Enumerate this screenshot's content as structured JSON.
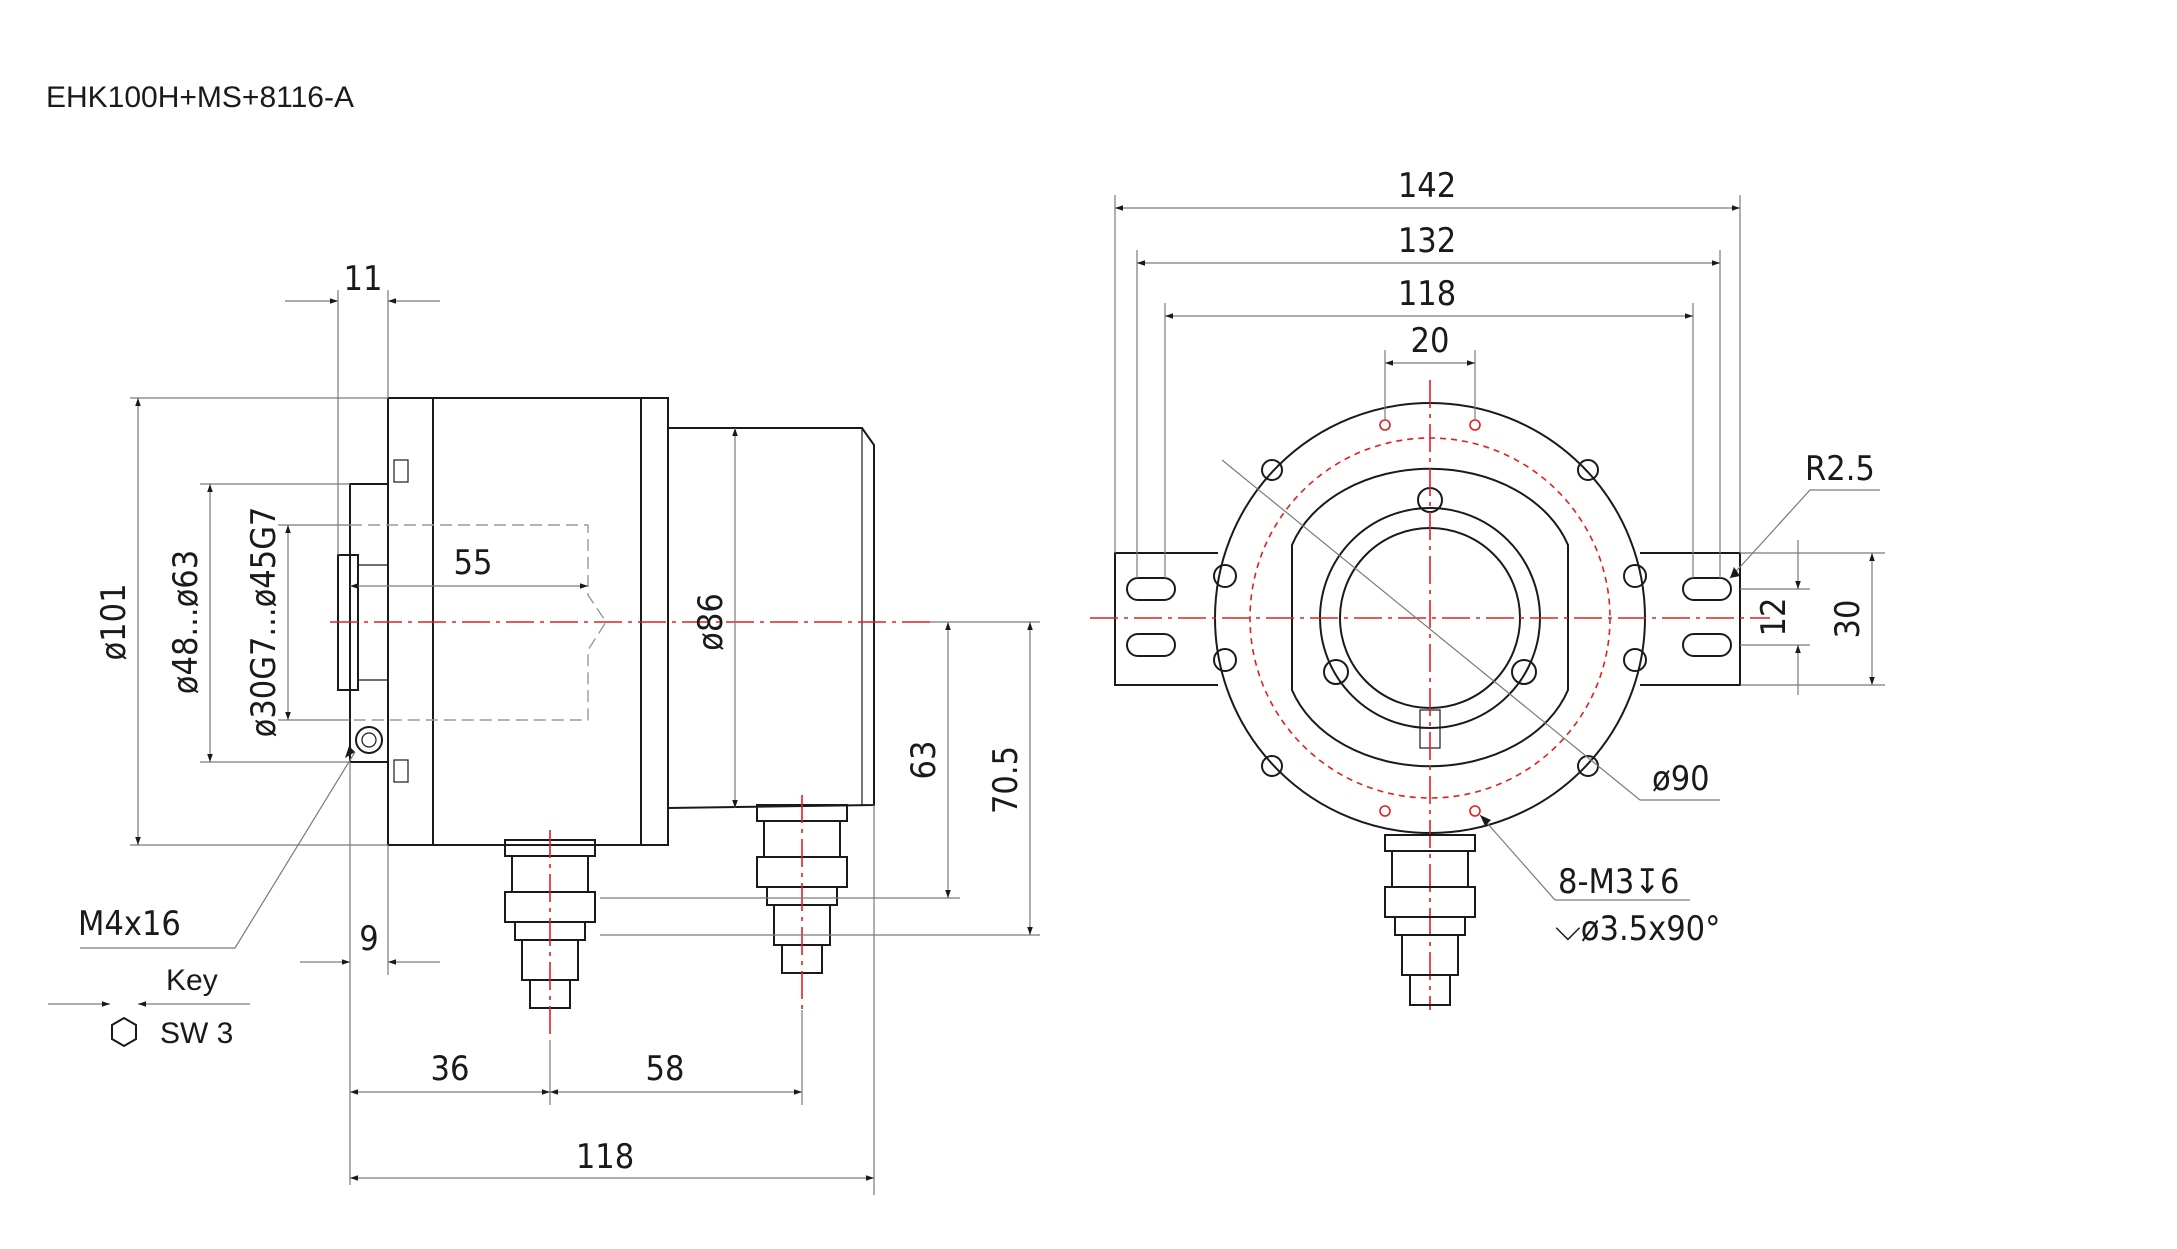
{
  "title": "EHK100H+MS+8116-A",
  "side_view": {
    "dims": {
      "d11": "11",
      "d101": "ø101",
      "d48_63": "ø48...ø63",
      "d30_45": "ø30G7...ø45G7",
      "d55": "55",
      "d86": "ø86",
      "d63": "63",
      "d70_5": "70.5",
      "d9": "9",
      "d36": "36",
      "d58": "58",
      "d118": "118"
    },
    "screw_label": "M4x16",
    "key_label": "Key",
    "sw_label": "SW  3"
  },
  "front_view": {
    "dims": {
      "d142": "142",
      "d132": "132",
      "d118": "118",
      "d20": "20",
      "r2_5": "R2.5",
      "d12": "12",
      "d30": "30",
      "d90": "ø90"
    },
    "holes_label": "8-M3↧6",
    "countersink_label": "⌵ø3.5x90°"
  }
}
